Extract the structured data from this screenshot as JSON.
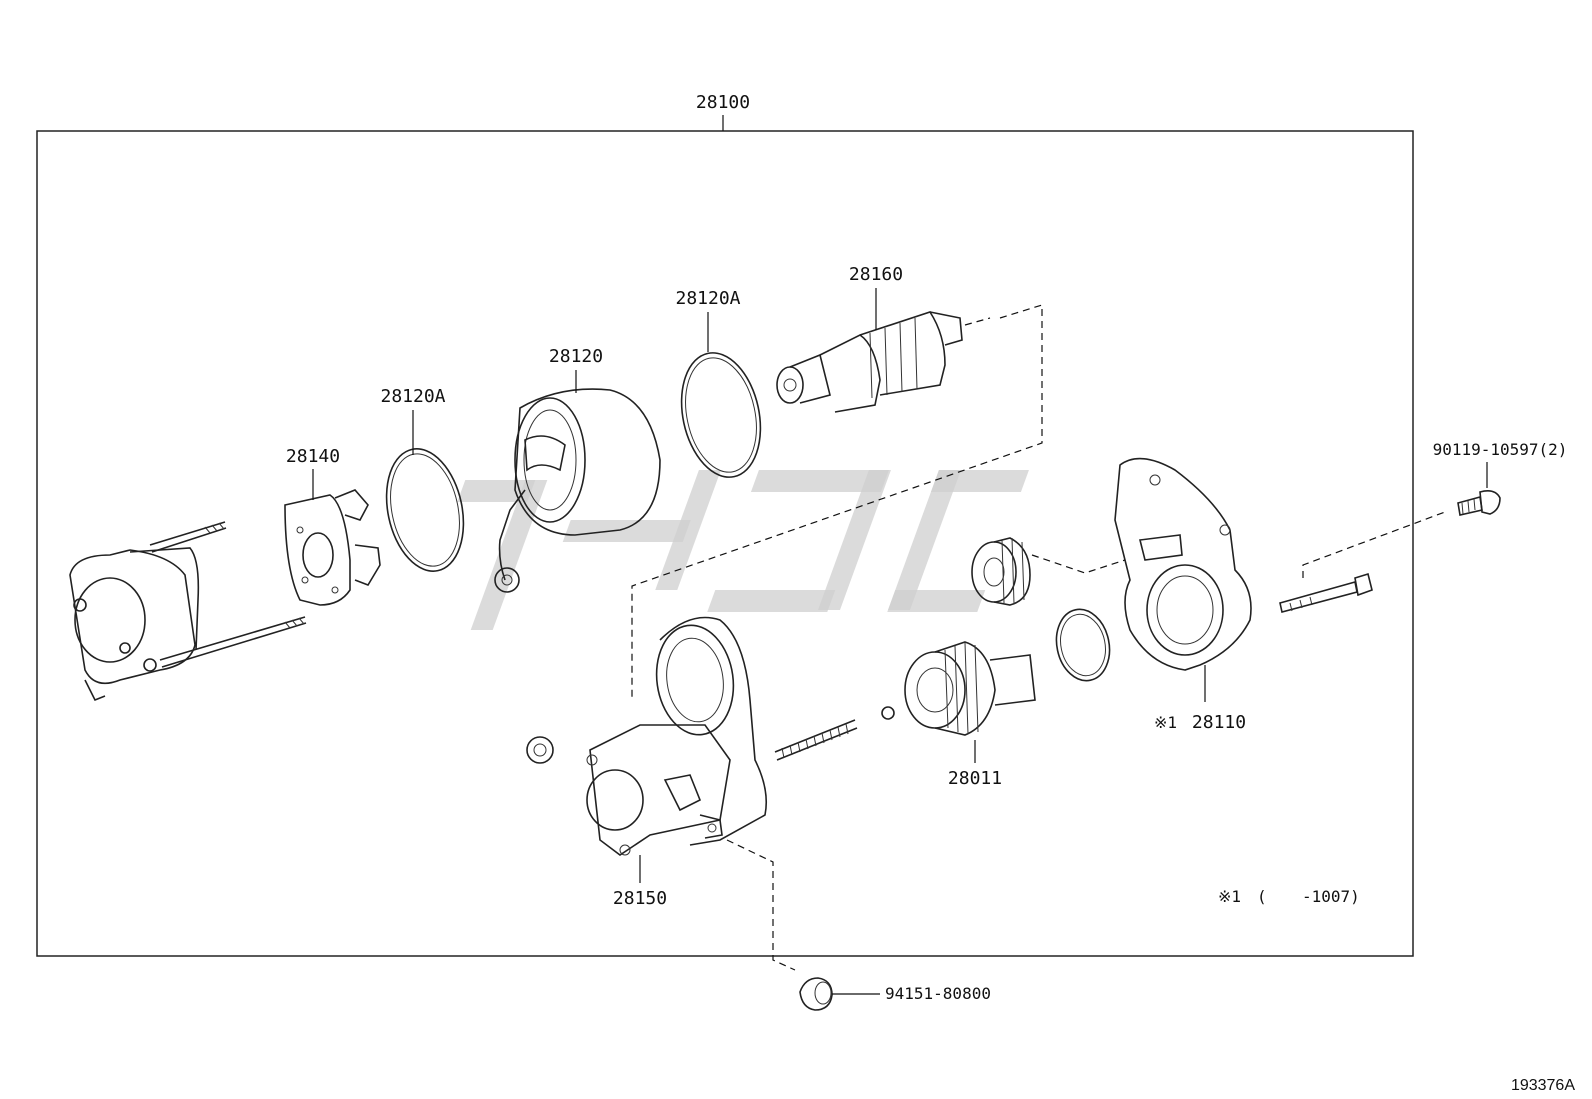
{
  "diagram": {
    "assembly_number": "28100",
    "figure_id": "193376A",
    "labels": {
      "p28140": "28140",
      "p28120a_left": "28120A",
      "p28120": "28120",
      "p28120a_right": "28120A",
      "p28160": "28160",
      "p28110": "28110",
      "p28110_mark": "※1",
      "p28011": "28011",
      "p28150": "28150",
      "bolt": "90119-10597(2)",
      "nut": "94151-80800"
    },
    "footnote": {
      "mark": "※1",
      "open": "(",
      "range": "-1007)"
    }
  }
}
